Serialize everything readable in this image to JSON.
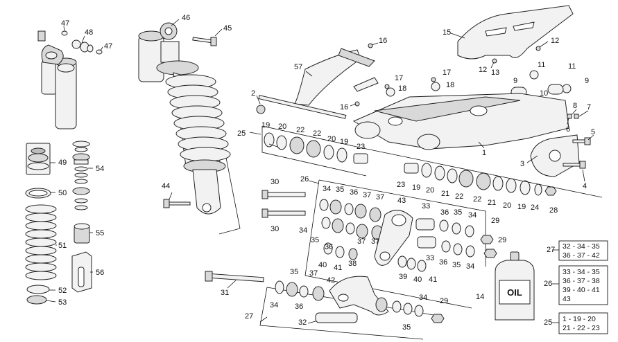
{
  "callouts": {
    "c1": "1",
    "c2": "2",
    "c3": "3",
    "c4": "4",
    "c5": "5",
    "c6": "6",
    "c7": "7",
    "c8": "8",
    "c9a": "9",
    "c9b": "9",
    "c10": "10",
    "c11a": "11",
    "c11b": "11",
    "c12a": "12",
    "c12b": "12",
    "c13": "13",
    "c14": "14",
    "c15": "15",
    "c16a": "16",
    "c16b": "16",
    "c17a": "17",
    "c17b": "17",
    "c18a": "18",
    "c18b": "18",
    "c19a": "19",
    "c19b": "19",
    "c19c": "19",
    "c19d": "19",
    "c20a": "20",
    "c20b": "20",
    "c20c": "20",
    "c20d": "20",
    "c21a": "21",
    "c21b": "21",
    "c22a": "22",
    "c22b": "22",
    "c22c": "22",
    "c22d": "22",
    "c23a": "23",
    "c23b": "23",
    "c24": "24",
    "c25": "25",
    "c26": "26",
    "c27": "27",
    "c28": "28",
    "c29a": "29",
    "c29b": "29",
    "c29c": "29",
    "c30a": "30",
    "c30b": "30",
    "c31": "31",
    "c32": "32",
    "c33a": "33",
    "c33b": "33",
    "c34a": "34",
    "c34b": "34",
    "c34c": "34",
    "c34d": "34",
    "c34e": "34",
    "c34f": "34",
    "c35a": "35",
    "c35b": "35",
    "c35c": "35",
    "c35d": "35",
    "c35e": "35",
    "c36a": "36",
    "c36b": "36",
    "c36c": "36",
    "c36d": "36",
    "c36e": "36",
    "c37a": "37",
    "c37b": "37",
    "c37c": "37",
    "c37d": "37",
    "c37e": "37",
    "c38": "38",
    "c39": "39",
    "c40a": "40",
    "c40b": "40",
    "c41a": "41",
    "c41b": "41",
    "c42": "42",
    "c43": "43",
    "c44": "44",
    "c45": "45",
    "c46": "46",
    "c47a": "47",
    "c47b": "47",
    "c48": "48",
    "c49": "49",
    "c50": "50",
    "c51": "51",
    "c52": "52",
    "c53": "53",
    "c54": "54",
    "c55": "55",
    "c56": "56",
    "c57": "57"
  },
  "oil_label": "OIL",
  "kits": [
    {
      "ref": "27",
      "line1": "32 - 34 - 35",
      "line2": "36 - 37 - 42",
      "line3": "",
      "line4": ""
    },
    {
      "ref": "26",
      "line1": "33 - 34 - 35",
      "line2": "36 - 37 - 38",
      "line3": "39 - 40 - 41",
      "line4": "43"
    },
    {
      "ref": "25",
      "line1": "1 - 19 - 20",
      "line2": "21 - 22 - 23",
      "line3": "",
      "line4": ""
    }
  ]
}
